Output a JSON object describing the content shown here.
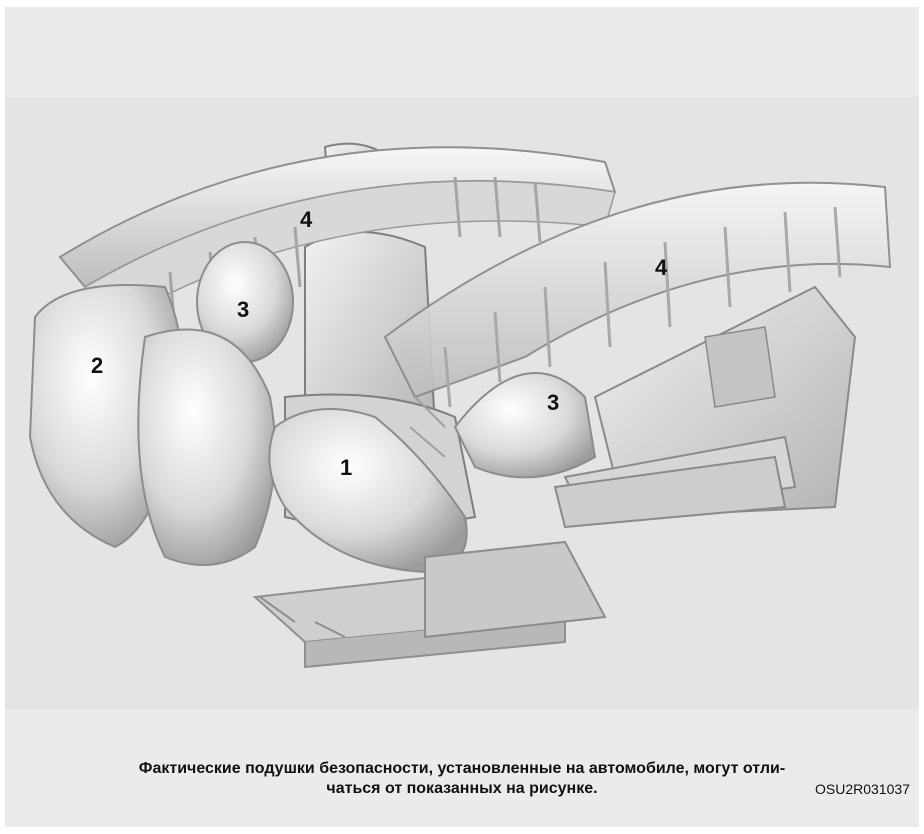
{
  "callouts": {
    "front_airbag": "1",
    "knee_airbag": "2",
    "front_side_airbag": "3",
    "rear_side_airbag": "3",
    "curtain_front": "4",
    "curtain_rear": "4"
  },
  "caption": {
    "line1": "Фактические подушки безопасности, установленные на автомобиле, могут отли-",
    "line2": "чаться от показанных на рисунке."
  },
  "image_code": "OSU2R031037",
  "colors": {
    "frame_bg": "#ebebeb",
    "illustration_bg": "#e4e4e4",
    "text": "#111111"
  }
}
